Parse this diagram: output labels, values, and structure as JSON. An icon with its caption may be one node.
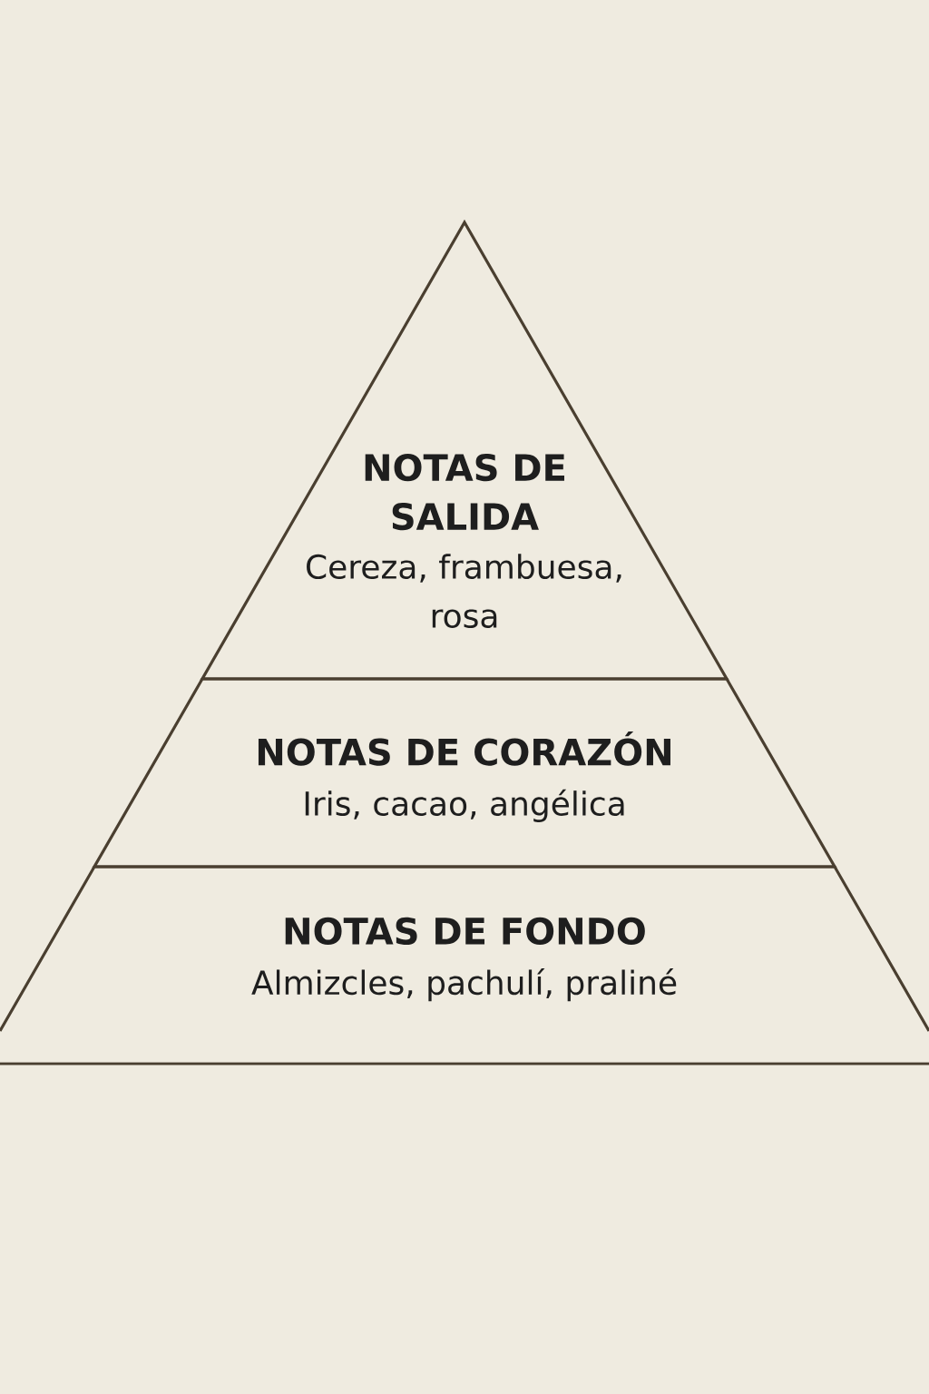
{
  "diagram": {
    "nodes": [
      {
        "text": [
          "NOTAS DE SALIDA",
          "Cereza, frambuesa, rosa"
        ]
      },
      {
        "text": [
          "NOTAS DE CORAZÓN",
          "Iris, cacao, angélica"
        ]
      },
      {
        "text": [
          "NOTAS DE FONDO",
          "Almizcles, pachulí, praliné"
        ]
      }
    ]
  }
}
